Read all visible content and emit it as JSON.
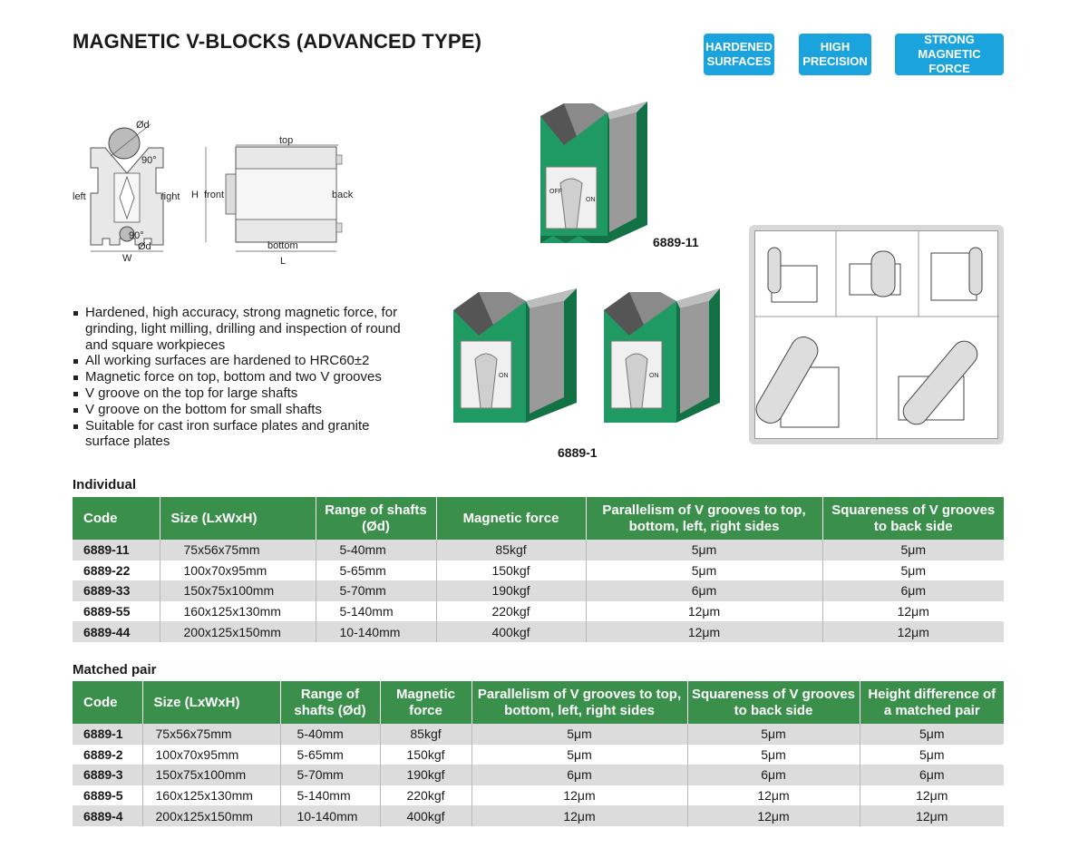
{
  "title": "MAGNETIC V-BLOCKS (ADVANCED TYPE)",
  "badges": [
    {
      "line1": "HARDENED",
      "line2": "SURFACES"
    },
    {
      "line1": "HIGH",
      "line2": "PRECISION"
    },
    {
      "line1": "STRONG",
      "line2": "MAGNETIC FORCE"
    }
  ],
  "diagram": {
    "dia": "Ød",
    "angle": "90°",
    "left": "left",
    "right": "right",
    "w": "W",
    "top": "top",
    "front": "front",
    "back": "back",
    "bottom": "bottom",
    "l": "L",
    "h": "H",
    "dial_off": "OFF",
    "dial_on": "ON"
  },
  "features": [
    "Hardened, high accuracy, strong magnetic force, for grinding, light milling, drilling and inspection of round and square workpieces",
    "All working surfaces are hardened to HRC60±2",
    "Magnetic force on top, bottom and two V grooves",
    "V groove on the top for large shafts",
    "V groove on the bottom for small shafts",
    "Suitable for cast iron surface plates and granite surface plates"
  ],
  "product_labels": {
    "single": "6889-11",
    "pair": "6889-1"
  },
  "individual": {
    "title": "Individual",
    "headers": [
      "Code",
      "Size (LxWxH)",
      "Range of shafts (Ød)",
      "Magnetic force",
      "Parallelism of  V grooves to top, bottom, left, right sides",
      "Squareness of  V grooves to back side"
    ],
    "rows": [
      [
        "6889-11",
        "75x56x75mm",
        "5-40mm",
        "85kgf",
        "5μm",
        "5μm"
      ],
      [
        "6889-22",
        "100x70x95mm",
        "5-65mm",
        "150kgf",
        "5μm",
        "5μm"
      ],
      [
        "6889-33",
        "150x75x100mm",
        "5-70mm",
        "190kgf",
        "6μm",
        "6μm"
      ],
      [
        "6889-55",
        "160x125x130mm",
        "5-140mm",
        "220kgf",
        "12μm",
        "12μm"
      ],
      [
        "6889-44",
        "200x125x150mm",
        "10-140mm",
        "400kgf",
        "12μm",
        "12μm"
      ]
    ]
  },
  "matched": {
    "title": "Matched pair",
    "headers": [
      "Code",
      "Size (LxWxH)",
      "Range of shafts (Ød)",
      "Magnetic force",
      "Parallelism of V grooves to top, bottom, left, right sides",
      "Squareness of V grooves to back side",
      "Height difference of a matched pair"
    ],
    "rows": [
      [
        "6889-1",
        "75x56x75mm",
        "5-40mm",
        "85kgf",
        "5μm",
        "5μm",
        "5μm"
      ],
      [
        "6889-2",
        "100x70x95mm",
        "5-65mm",
        "150kgf",
        "5μm",
        "5μm",
        "5μm"
      ],
      [
        "6889-3",
        "150x75x100mm",
        "5-70mm",
        "190kgf",
        "6μm",
        "6μm",
        "6μm"
      ],
      [
        "6889-5",
        "160x125x130mm",
        "5-140mm",
        "220kgf",
        "12μm",
        "12μm",
        "12μm"
      ],
      [
        "6889-4",
        "200x125x150mm",
        "10-140mm",
        "400kgf",
        "12μm",
        "12μm",
        "12μm"
      ]
    ]
  },
  "colors": {
    "accent_blue": "#1ba3de",
    "table_green": "#3a8f4b",
    "block_green": "#1f9a63"
  }
}
